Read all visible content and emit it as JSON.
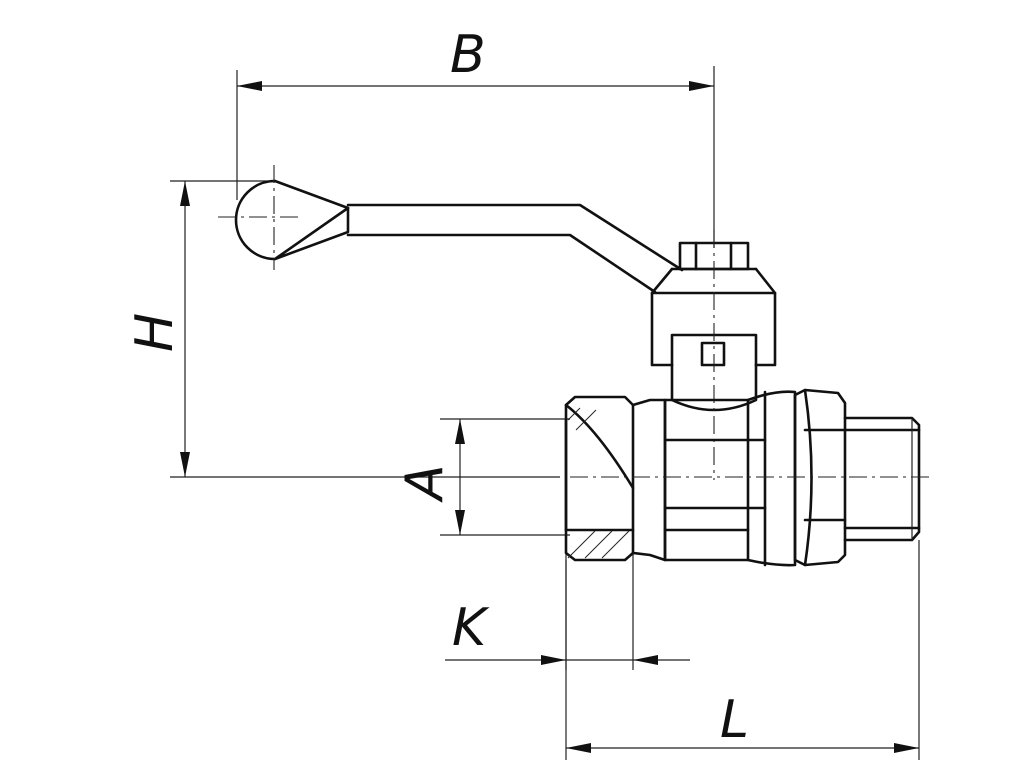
{
  "dimensions": {
    "B": "B",
    "H": "H",
    "A": "A",
    "K": "K",
    "L": "L"
  },
  "colors": {
    "line": "#111111",
    "background": "#ffffff"
  }
}
